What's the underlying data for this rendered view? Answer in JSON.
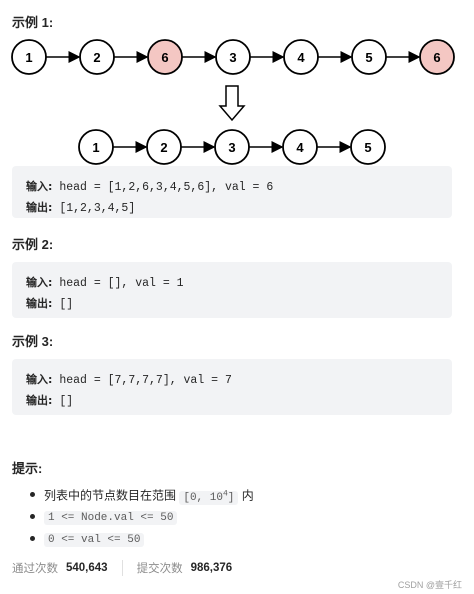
{
  "example1": {
    "heading": "示例 1:",
    "input_label": "输入:",
    "input_value": "head = [1,2,6,3,4,5,6], val = 6",
    "output_label": "输出:",
    "output_value": "[1,2,3,4,5]",
    "diagram": {
      "before": [
        "1",
        "2",
        "6",
        "3",
        "4",
        "5",
        "6"
      ],
      "highlighted": [
        2,
        6
      ],
      "after": [
        "1",
        "2",
        "3",
        "4",
        "5"
      ],
      "highlight_color": "#f4c7c3",
      "node_stroke": "#000000"
    }
  },
  "example2": {
    "heading": "示例 2:",
    "input_label": "输入:",
    "input_value": "head = [], val = 1",
    "output_label": "输出:",
    "output_value": "[]"
  },
  "example3": {
    "heading": "示例 3:",
    "input_label": "输入:",
    "input_value": "head = [7,7,7,7], val = 7",
    "output_label": "输出:",
    "output_value": "[]"
  },
  "hints": {
    "heading": "提示:",
    "item1_prefix": "列表中的节点数目在范围 ",
    "item1_range_start": "[0, 10",
    "item1_exponent": "4",
    "item1_range_end": "]",
    "item1_suffix": " 内",
    "item2": "1 <= Node.val <= 50",
    "item3": "0 <= val <= 50"
  },
  "stats": {
    "accepted_label": "通过次数",
    "accepted_value": "540,643",
    "submitted_label": "提交次数",
    "submitted_value": "986,376"
  },
  "watermark": "CSDN @壹千红"
}
